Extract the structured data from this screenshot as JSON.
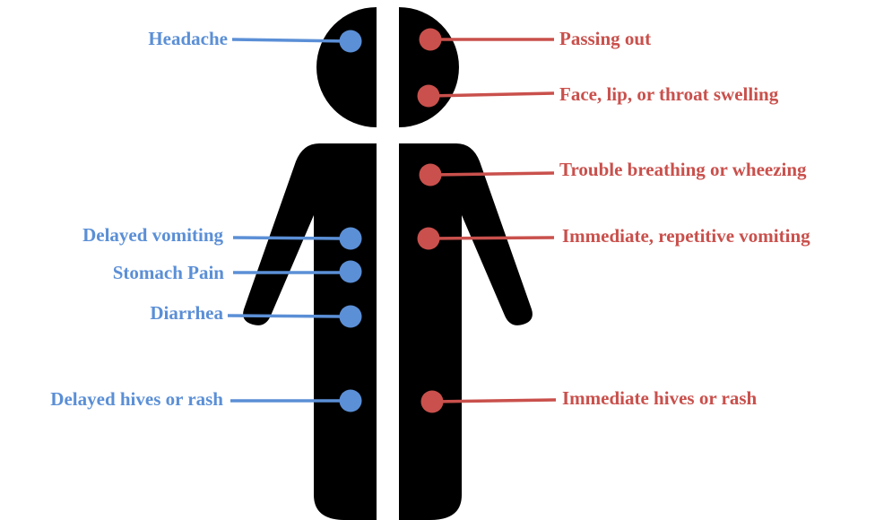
{
  "colors": {
    "body": "#000000",
    "delayed": "#5B8FD6",
    "immediate": "#C9504C"
  },
  "delayed_symptoms": [
    {
      "id": "headache",
      "label": "Headache"
    },
    {
      "id": "delayed-vomiting",
      "label": "Delayed vomiting"
    },
    {
      "id": "stomach-pain",
      "label": "Stomach Pain"
    },
    {
      "id": "diarrhea",
      "label": "Diarrhea"
    },
    {
      "id": "delayed-hives",
      "label": "Delayed hives or rash"
    }
  ],
  "immediate_symptoms": [
    {
      "id": "passing-out",
      "label": "Passing out"
    },
    {
      "id": "swelling",
      "label": "Face, lip, or throat swelling"
    },
    {
      "id": "trouble-breathing",
      "label": "Trouble breathing or wheezing"
    },
    {
      "id": "immediate-vomiting",
      "label": "Immediate, repetitive vomiting"
    },
    {
      "id": "immediate-hives",
      "label": "Immediate hives or rash"
    }
  ]
}
